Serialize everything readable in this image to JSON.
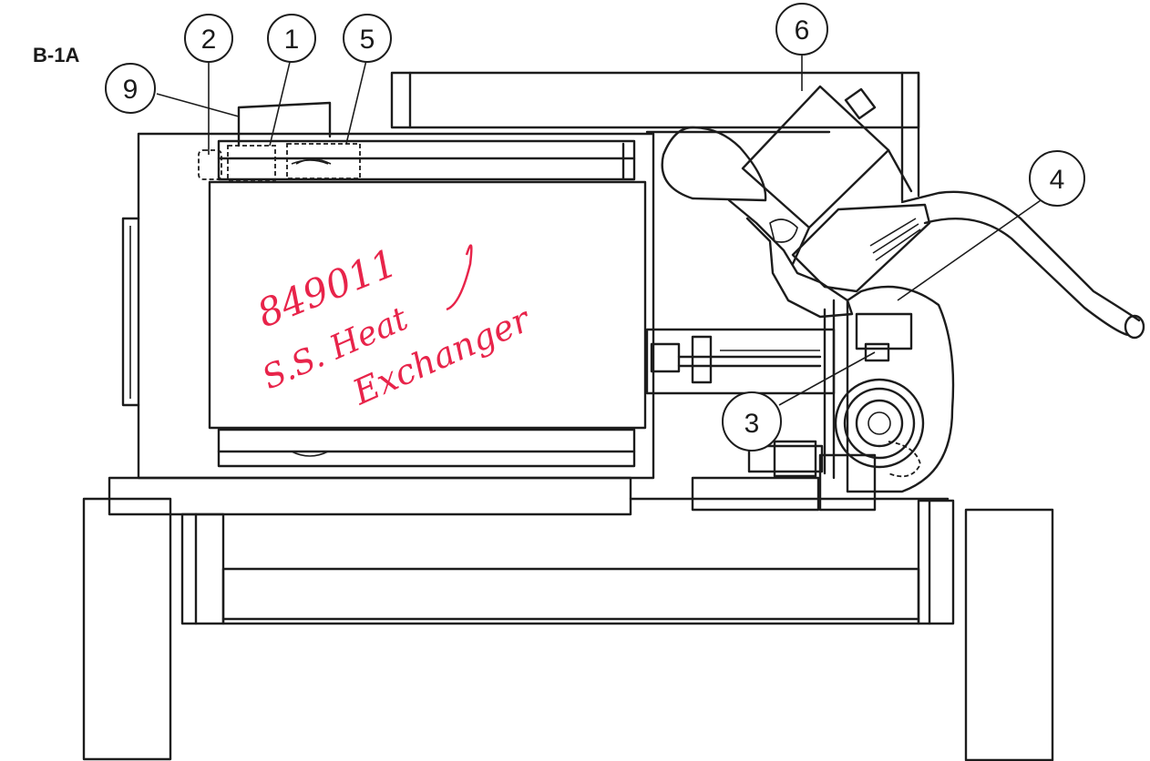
{
  "figure": {
    "id_label": "B-1A",
    "callouts": [
      {
        "key": "c2",
        "number": "2"
      },
      {
        "key": "c1",
        "number": "1"
      },
      {
        "key": "c5",
        "number": "5"
      },
      {
        "key": "c9",
        "number": "9"
      },
      {
        "key": "c6",
        "number": "6"
      },
      {
        "key": "c4",
        "number": "4"
      },
      {
        "key": "c3",
        "number": "3"
      }
    ],
    "annotation": {
      "part_number": "849011",
      "line1": "S.S. Heat",
      "line2": "Exchanger"
    },
    "colors": {
      "ink": "#1c1c1c",
      "handwriting": "#e8244a",
      "background": "#ffffff"
    }
  }
}
